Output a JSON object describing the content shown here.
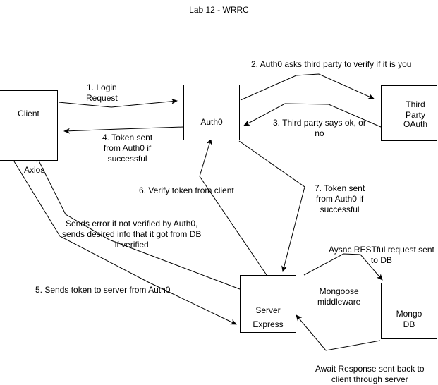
{
  "title": "Lab 12 - WRRC",
  "nodes": {
    "client": {
      "label": "Client"
    },
    "auth0": {
      "label": "Auth0"
    },
    "third_party": {
      "lines": [
        "Third",
        "Party",
        "OAuth"
      ]
    },
    "server": {
      "lines": [
        "Server",
        "Express"
      ]
    },
    "mongo": {
      "lines": [
        "Mongo",
        "DB"
      ]
    }
  },
  "edges": {
    "login_request": [
      "1. Login",
      "Request"
    ],
    "auth0_asks": [
      "2. Auth0 asks third party to verify if it is you"
    ],
    "third_party_ok": [
      "3. Third party says ok, or",
      "no"
    ],
    "token_to_client": [
      "4. Token sent",
      "from Auth0 if",
      "successful"
    ],
    "axios": [
      "Axios"
    ],
    "sends_token": [
      "5. Sends token to server from Auth0"
    ],
    "verify_token": [
      "6. Verify token from client"
    ],
    "token_to_server": [
      "7. Token sent",
      "from Auth0 if",
      "successful"
    ],
    "sends_error": [
      "Sends error if not verified by Auth0,",
      "sends desired info that it got from DB",
      "if verified"
    ],
    "async_request": [
      "Aysnc RESTful request sent",
      "to DB"
    ],
    "mongoose": [
      "Mongoose",
      "middleware"
    ],
    "await_response": [
      "Await Response sent back to",
      "client through server"
    ]
  }
}
